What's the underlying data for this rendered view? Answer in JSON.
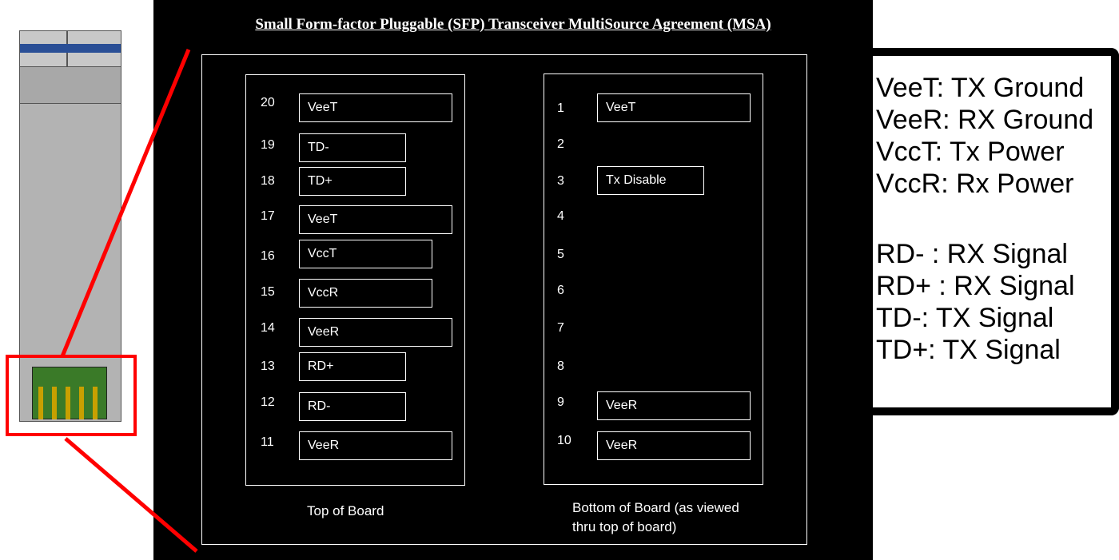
{
  "panel": {
    "title": "Small Form-factor Pluggable (SFP) Transceiver MultiSource Agreement (MSA)",
    "background": "#000000"
  },
  "module": {
    "stripe_color": "#2a4f96",
    "pcb_color": "#3a7a28",
    "finger_color": "#c8a000",
    "highlight_color": "#ff0000"
  },
  "top_board": {
    "caption": "Top of Board",
    "pins": [
      {
        "num": "20",
        "label": "VeeT"
      },
      {
        "num": "19",
        "label": "TD-"
      },
      {
        "num": "18",
        "label": "TD+"
      },
      {
        "num": "17",
        "label": "VeeT"
      },
      {
        "num": "16",
        "label": "VccT"
      },
      {
        "num": "15",
        "label": "VccR"
      },
      {
        "num": "14",
        "label": "VeeR"
      },
      {
        "num": "13",
        "label": "RD+"
      },
      {
        "num": "12",
        "label": "RD-"
      },
      {
        "num": "11",
        "label": "VeeR"
      }
    ]
  },
  "bottom_board": {
    "caption_line1": "Bottom of Board (as viewed",
    "caption_line2": "thru top of board)",
    "pins": [
      {
        "num": "1",
        "label": "VeeT"
      },
      {
        "num": "2",
        "label": ""
      },
      {
        "num": "3",
        "label": "Tx Disable"
      },
      {
        "num": "4",
        "label": ""
      },
      {
        "num": "5",
        "label": ""
      },
      {
        "num": "6",
        "label": ""
      },
      {
        "num": "7",
        "label": ""
      },
      {
        "num": "8",
        "label": ""
      },
      {
        "num": "9",
        "label": "VeeR"
      },
      {
        "num": "10",
        "label": "VeeR"
      }
    ]
  },
  "legend": {
    "power": [
      "VeeT: TX Ground",
      "VeeR: RX Ground",
      "VccT: Tx Power",
      "VccR: Rx Power"
    ],
    "signals": [
      "RD- : RX Signal",
      "RD+ : RX Signal",
      "TD-: TX Signal",
      "TD+: TX Signal"
    ]
  }
}
